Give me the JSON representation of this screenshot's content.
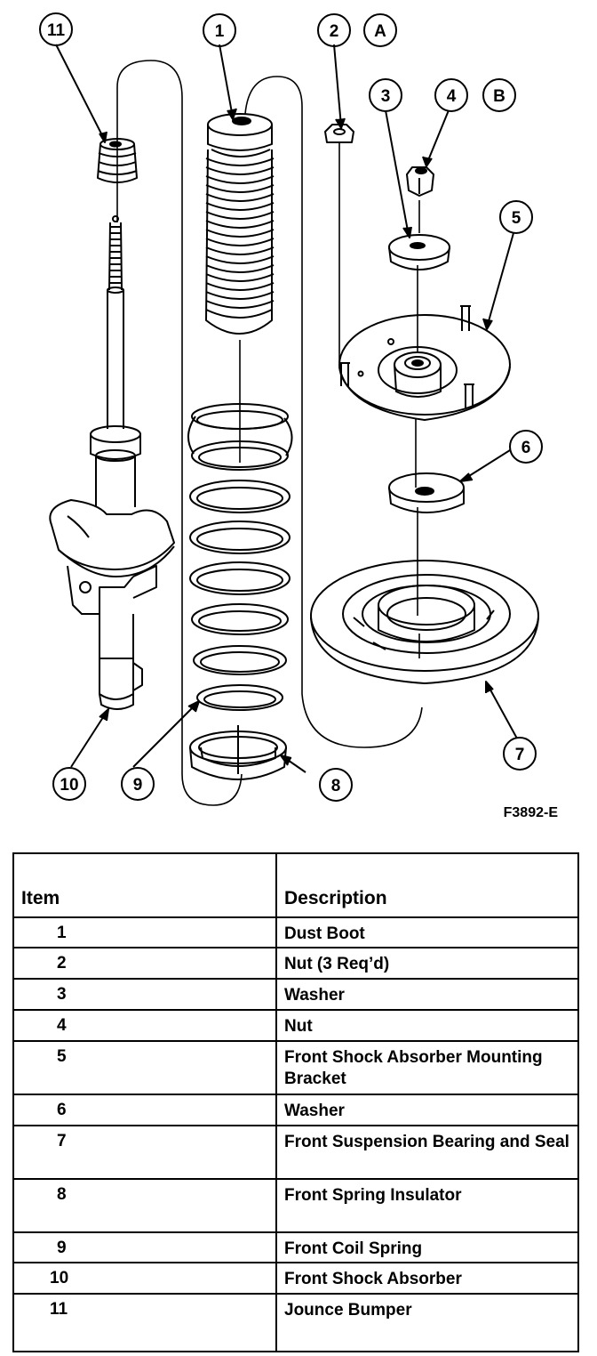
{
  "figure": {
    "code": "F3892-E",
    "callouts": [
      "1",
      "2",
      "3",
      "4",
      "5",
      "6",
      "7",
      "8",
      "9",
      "10",
      "11"
    ],
    "letter_callouts": [
      "A",
      "B"
    ]
  },
  "table": {
    "headers": [
      "Item",
      "Description"
    ],
    "rows": [
      {
        "item": "1",
        "description": "Dust Boot"
      },
      {
        "item": "2",
        "description": "Nut (3 Req’d)"
      },
      {
        "item": "3",
        "description": "Washer"
      },
      {
        "item": "4",
        "description": "Nut"
      },
      {
        "item": "5",
        "description": "Front Shock Absorber Mounting Bracket"
      },
      {
        "item": "6",
        "description": "Washer"
      },
      {
        "item": "7",
        "description": "Front Suspension Bearing and Seal"
      },
      {
        "item": "8",
        "description": "Front Spring Insulator"
      },
      {
        "item": "9",
        "description": "Front Coil Spring"
      },
      {
        "item": "10",
        "description": "Front Shock Absorber"
      },
      {
        "item": "11",
        "description": "Jounce Bumper"
      }
    ]
  }
}
